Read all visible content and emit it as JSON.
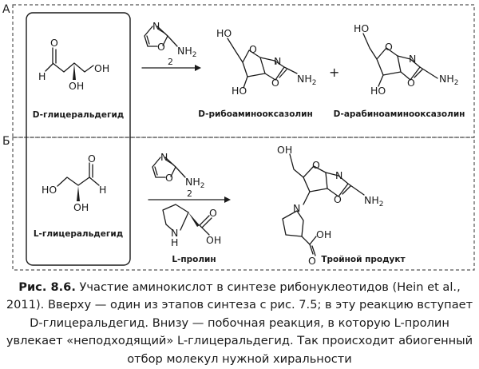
{
  "panels": {
    "a": {
      "label": "А",
      "reactant": {
        "name": "D-глицеральдегид",
        "O": "O",
        "H": "H",
        "OH": "OH",
        "OH2": "OH"
      },
      "reagent": {
        "N": "N",
        "O": "O",
        "NH2": "NH",
        "sub2": "2"
      },
      "condition": "2",
      "product1": {
        "name": "D-рибоаминооксазолин",
        "OH": "HO",
        "OH2": "HO",
        "N": "N",
        "O": "O",
        "O2": "O",
        "NH2": "NH",
        "sub2": "2"
      },
      "plus": "+",
      "product2": {
        "name": "D-арабиноаминооксазолин",
        "OH": "HO",
        "OH2": "HO",
        "N": "N",
        "O": "O",
        "O2": "O",
        "NH2": "NH",
        "sub2": "2"
      }
    },
    "b": {
      "label": "Б",
      "reactant": {
        "name": "L-глицеральдегид",
        "HO": "HO",
        "O": "O",
        "H": "H",
        "OH": "OH"
      },
      "reagent": {
        "N": "N",
        "O": "O",
        "NH2": "NH",
        "sub2": "2"
      },
      "condition": "2",
      "proline": {
        "name": "L-пролин",
        "NH": "N",
        "H": "H",
        "O": "O",
        "OH": "OH"
      },
      "product": {
        "name": "Тройной продукт",
        "OH": "OH",
        "N": "N",
        "O": "O",
        "O2": "O",
        "NH2": "NH",
        "sub2": "2",
        "Npro": "N",
        "COOH_O": "O",
        "COOH_OH": "OH"
      }
    }
  },
  "caption": {
    "figure_label": "Рис. 8.6.",
    "text": " Участие аминокислот в синтезе рибонуклеотидов (Hein et al., 2011). Вверху — один из этапов синтеза с рис. 7.5; в эту реакцию вступает D-глицеральдегид. Внизу — побочная реакция, в которую L-пролин увлекает «неподходящий» L-глицеральдегид. Так происходит абиогенный отбор молекул нужной хиральности"
  }
}
